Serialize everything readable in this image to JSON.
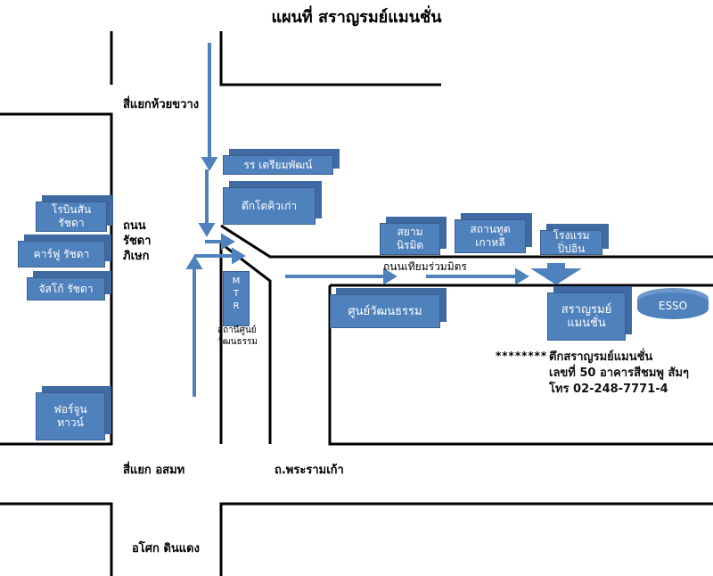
{
  "title": "แผนที่ สราญรมย์แมนชั่น",
  "roads": {
    "huai_khwang": "สี่แยกห้วยขวาง",
    "ratchada_line1": "ถนน",
    "ratchada_line2": "รัชดา",
    "ratchada_line3": "ภิเษก",
    "asok_junction": "สี่แยก อสมท",
    "rama9_old": "ถ.พระรามเก้า",
    "tiam_ruam_mit": "ถนนเทียมร่วมมิตร",
    "asok_din_daeng": "อโศก ดินแดง"
  },
  "places": {
    "robinson": [
      "โรบินสัน",
      "รัชดา"
    ],
    "carrefour": "คาร์ฟู รัชดา",
    "jusco": "จัสโก้ รัชดา",
    "fortune": [
      "ฟอร์จูน",
      "ทาวน์"
    ],
    "triam_school": "รร เตรียมพัฒน์",
    "tuk_toto": "ตึกโตคิวเก่า",
    "siam_niramit": [
      "สยาม",
      "นิรมิต"
    ],
    "korea_embassy": [
      "สถานทูต",
      "เกาหลี"
    ],
    "hotel": [
      "โรงแรม",
      "ปิ่ปอิน"
    ],
    "culture_center": "ศูนย์วัฒนธรรม",
    "saranrom": [
      "สราญรมย์",
      "แมนชั่น"
    ],
    "esso": "ESSO",
    "mrt_letters": [
      "M",
      "T",
      "R"
    ],
    "mrt_station": [
      "สถานีศูนย์",
      "วัฒนธรรม"
    ]
  },
  "info": {
    "stars": "********",
    "line1": "ตึกสราญรมย์แมนชั่น",
    "line2": "เลขที่ 50 อาคารสีชมพู สัมๆ",
    "line3": "โทร 02-248-7771-4"
  },
  "colors": {
    "box": "#4f81bd",
    "arrow": "#4f81bd",
    "road": "#000000"
  }
}
